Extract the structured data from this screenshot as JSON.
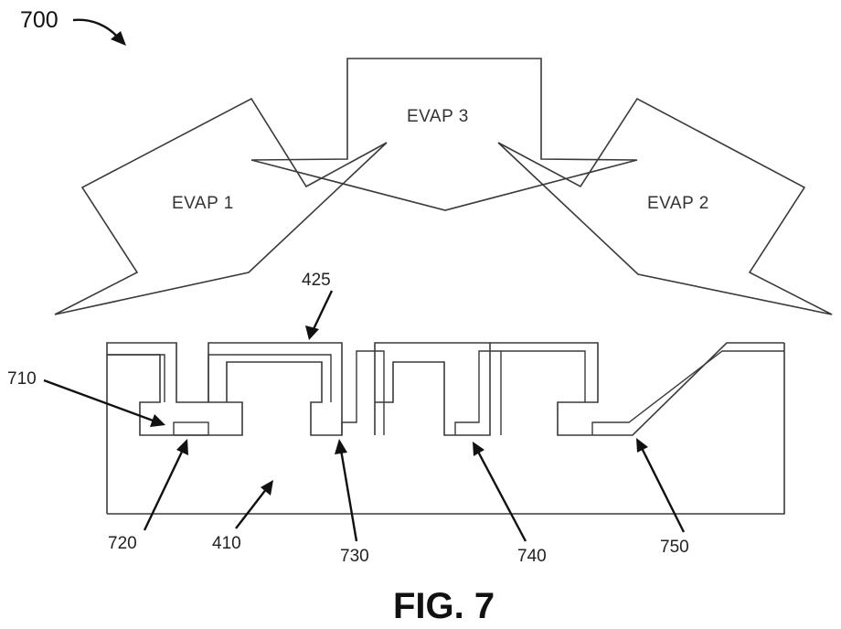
{
  "figure": {
    "number_label": "700",
    "caption": "FIG. 7"
  },
  "evaporation_sources": [
    {
      "label": "EVAP 1"
    },
    {
      "label": "EVAP 3"
    },
    {
      "label": "EVAP 2"
    }
  ],
  "reference_labels": {
    "coating": "425",
    "overhang": "710",
    "feature_720": "720",
    "substrate": "410",
    "feature_730": "730",
    "feature_740": "740",
    "feature_750": "750"
  }
}
